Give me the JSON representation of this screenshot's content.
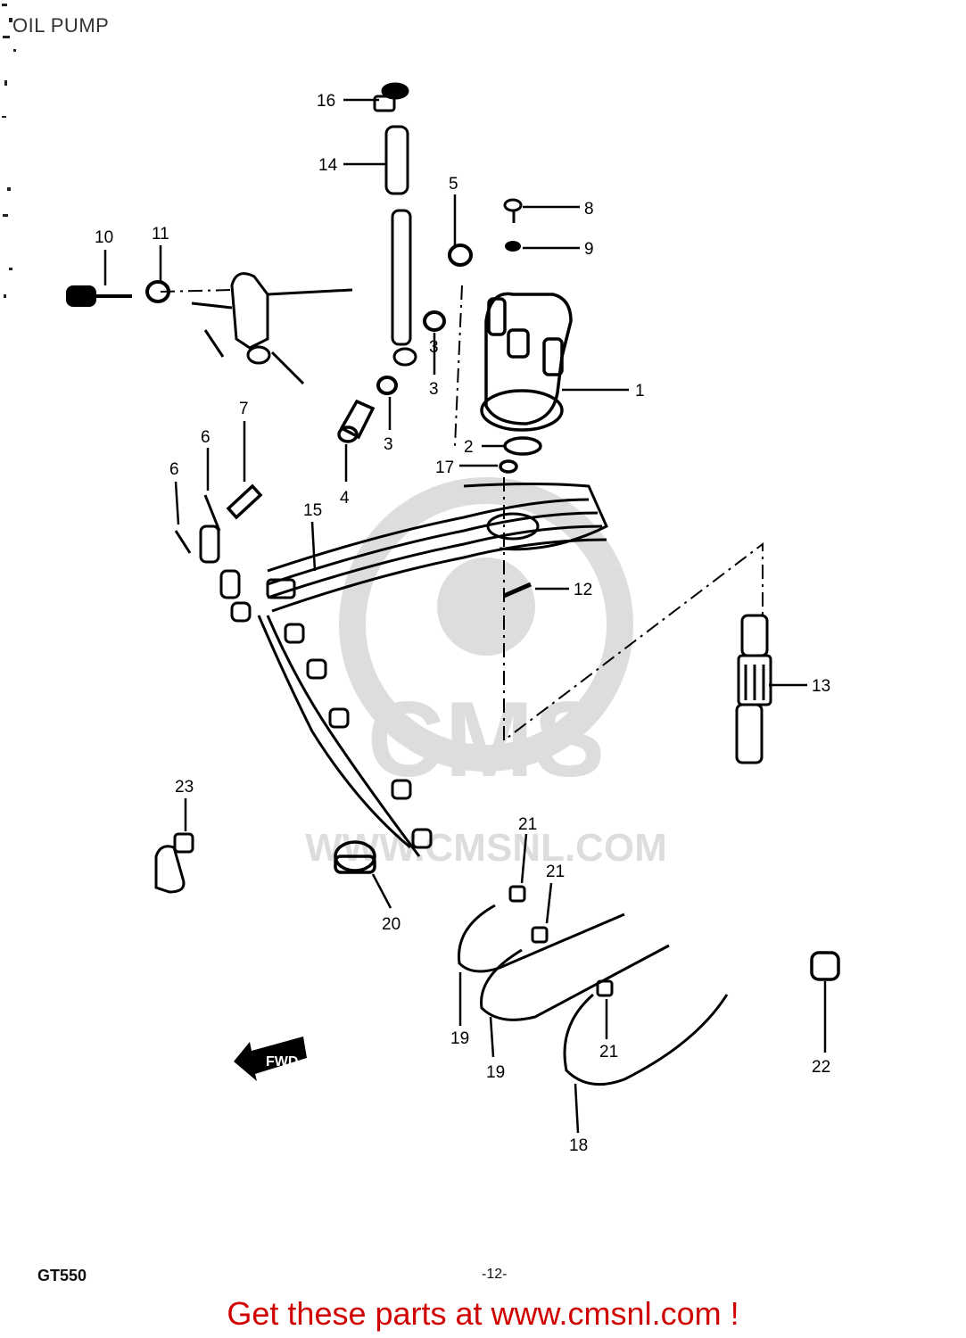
{
  "diagram": {
    "title": "OIL PUMP",
    "model": "GT550",
    "page_number": "-12-",
    "fwd_label": "FWD",
    "watermark_main": "CMS",
    "watermark_url": "WWW.CMSNL.COM"
  },
  "callouts": [
    "16",
    "14",
    "5",
    "8",
    "9",
    "10",
    "11",
    "1",
    "3",
    "3",
    "3",
    "4",
    "2",
    "17",
    "7",
    "6",
    "6",
    "15",
    "12",
    "13",
    "23",
    "20",
    "21",
    "21",
    "21",
    "19",
    "19",
    "18",
    "22"
  ],
  "footer": {
    "text": "Get these parts at www.cmsnl.com !"
  }
}
